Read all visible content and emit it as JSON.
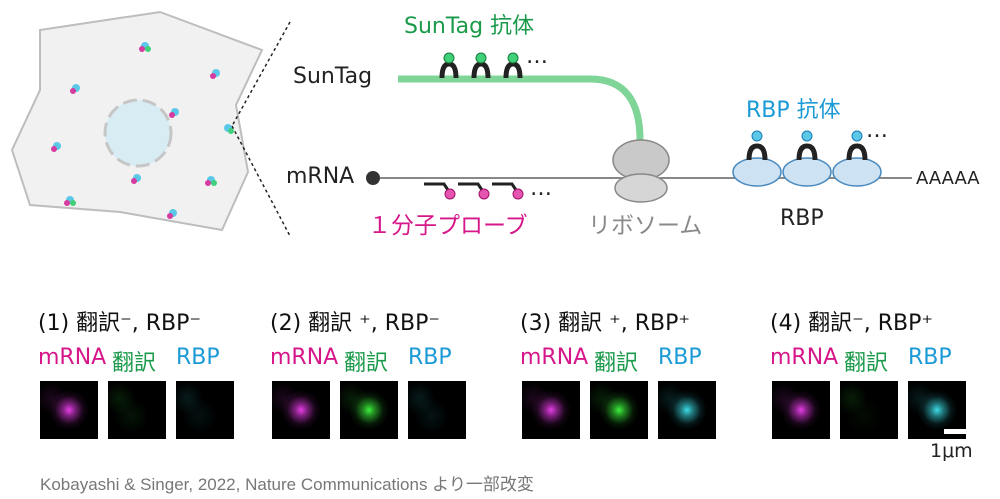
{
  "colors": {
    "suntag": "#1a9a4a",
    "suntag_line": "#7fd497",
    "rbp": "#1a9ad6",
    "probe": "#d6178a",
    "ribosome_text": "#8a8a8a",
    "mrna_line": "#888888",
    "cell_fill": "#f1f1f1",
    "nucleus_fill": "#d8ecf4"
  },
  "diagram": {
    "suntag_antibody_label": "SunTag 抗体",
    "suntag_label": "SunTag",
    "mrna_label": "mRNA",
    "probe_label": "１分子プローブ",
    "ribosome_label": "リボソーム",
    "rbp_antibody_label": "RBP 抗体",
    "rbp_label": "RBP",
    "polya_label": "AAAAA",
    "ellipsis": "…"
  },
  "panels": [
    {
      "title": "(1) 翻訳⁻, RBP⁻",
      "signals": {
        "mrna": 1.0,
        "translation": 0.15,
        "rbp": 0.1
      }
    },
    {
      "title": "(2) 翻訳 ⁺, RBP⁻",
      "signals": {
        "mrna": 1.0,
        "translation": 1.0,
        "rbp": 0.15
      }
    },
    {
      "title": "(3) 翻訳 ⁺, RBP⁺",
      "signals": {
        "mrna": 1.0,
        "translation": 1.0,
        "rbp": 1.0
      }
    },
    {
      "title": "(4) 翻訳⁻, RBP⁺",
      "signals": {
        "mrna": 1.0,
        "translation": 0.0,
        "rbp": 1.0
      }
    }
  ],
  "channel_labels": {
    "mrna": "mRNA",
    "translation": "翻訳",
    "rbp": "RBP"
  },
  "scale_label": "1μm",
  "credit": "Kobayashi & Singer, 2022, Nature Communications より一部改変"
}
